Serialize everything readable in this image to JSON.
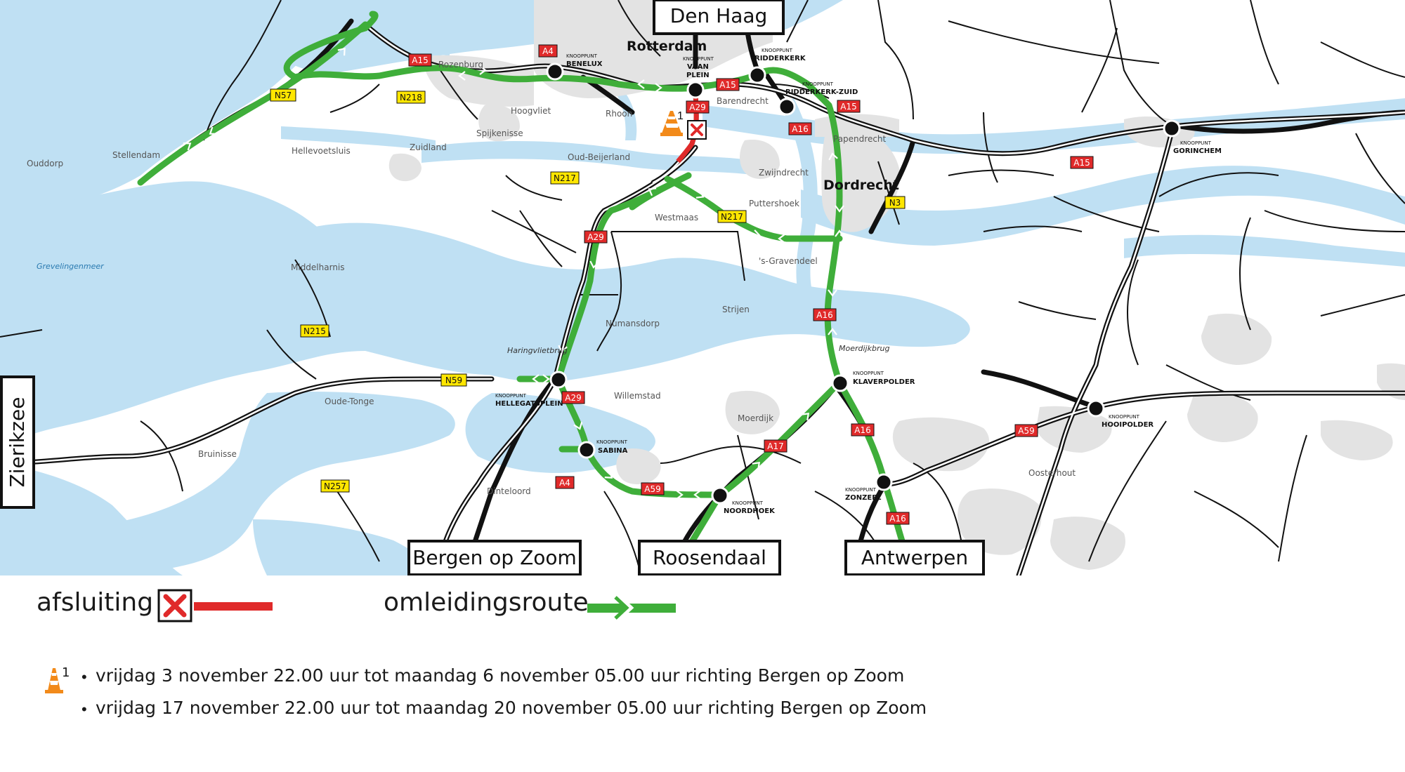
{
  "colors": {
    "water": "#bfe0f3",
    "land": "#ffffff",
    "urban": "#e3e3e3",
    "road": "#111111",
    "detour": "#3fae3a",
    "closure": "#e02a2a",
    "shield_motorway": "#e02a2a",
    "shield_provincial": "#ffe600"
  },
  "destinations": {
    "den_haag": "Den Haag",
    "zierikzee": "Zierikzee",
    "bergen_op_zoom": "Bergen op Zoom",
    "roosendaal": "Roosendaal",
    "antwerpen": "Antwerpen"
  },
  "cities": {
    "rotterdam": "Rotterdam",
    "dordrecht": "Dordrecht"
  },
  "places": [
    "Rozenburg",
    "Hoogvliet",
    "Rhoon",
    "Barendrecht",
    "Spijkenisse",
    "Papendrecht",
    "Hellevoetsluis",
    "Zuidland",
    "Oud-Beijerland",
    "Zwijndrecht",
    "Ouddorp",
    "Stellendam",
    "Westmaas",
    "Puttershoek",
    "'s-Gravendeel",
    "Middelharnis",
    "Numansdorp",
    "Strijen",
    "Oude-Tonge",
    "Willemstad",
    "Moerdijk",
    "Bruinisse",
    "Dinteloord",
    "Oosterhout"
  ],
  "water_labels": {
    "grevelingenmeer": "Grevelingenmeer",
    "haringvlietbrug": "Haringvlietbrug",
    "moerdijkbrug": "Moerdijkbrug"
  },
  "junctions": {
    "prefix": "KNOOPPUNT",
    "benelux": "BENELUX",
    "vaanplein_1": "VAAN",
    "vaanplein_2": "PLEIN",
    "ridderkerk": "RIDDERKERK",
    "ridderkerk_zuid": "RIDDERKERK-ZUID",
    "gorinchem": "GORINCHEM",
    "hellegatsplein": "HELLEGATSPLEIN",
    "sabina": "SABINA",
    "noordhoek": "NOORDHOEK",
    "klaverpolder": "KLAVERPOLDER",
    "zonzeel": "ZONZEEL",
    "hooipolder": "HOOIPOLDER"
  },
  "road_shields": {
    "a15": "A15",
    "a4": "A4",
    "a29": "A29",
    "a16": "A16",
    "a17": "A17",
    "a59": "A59",
    "n57": "N57",
    "n218": "N218",
    "n217": "N217",
    "n3": "N3",
    "n215": "N215",
    "n59": "N59",
    "n257": "N257"
  },
  "closure_marker": "1",
  "legend": {
    "closure_label": "afsluiting",
    "detour_label": "omleidingsroute",
    "cone_index": "1",
    "bullet": "•",
    "notes": [
      "vrijdag 3 november 22.00 uur tot maandag 6 november 05.00 uur richting Bergen op Zoom",
      "vrijdag 17 november 22.00 uur tot maandag 20 november 05.00 uur richting Bergen op Zoom"
    ]
  }
}
